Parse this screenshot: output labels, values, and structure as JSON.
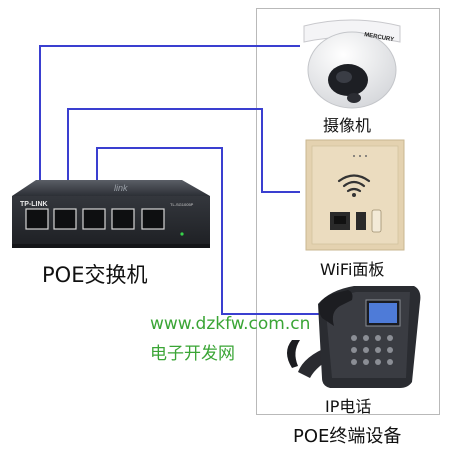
{
  "switch": {
    "label": "POE交换机",
    "brand": "TP-LINK",
    "brand_right": "link",
    "model": "TL-SG1005P"
  },
  "devices_group": {
    "label": "POE终端设备"
  },
  "devices": {
    "camera": {
      "label": "摄像机",
      "brand": "MERCURY"
    },
    "wifi_panel": {
      "label": "WiFi面板"
    },
    "ip_phone": {
      "label": "IP电话"
    }
  },
  "watermark": {
    "url": "www.dzkfw.com.cn",
    "name": "电子开发网"
  },
  "colors": {
    "cable": "#3a3fd0",
    "watermark": "#3aa535",
    "box_border": "#b9b9b9"
  }
}
